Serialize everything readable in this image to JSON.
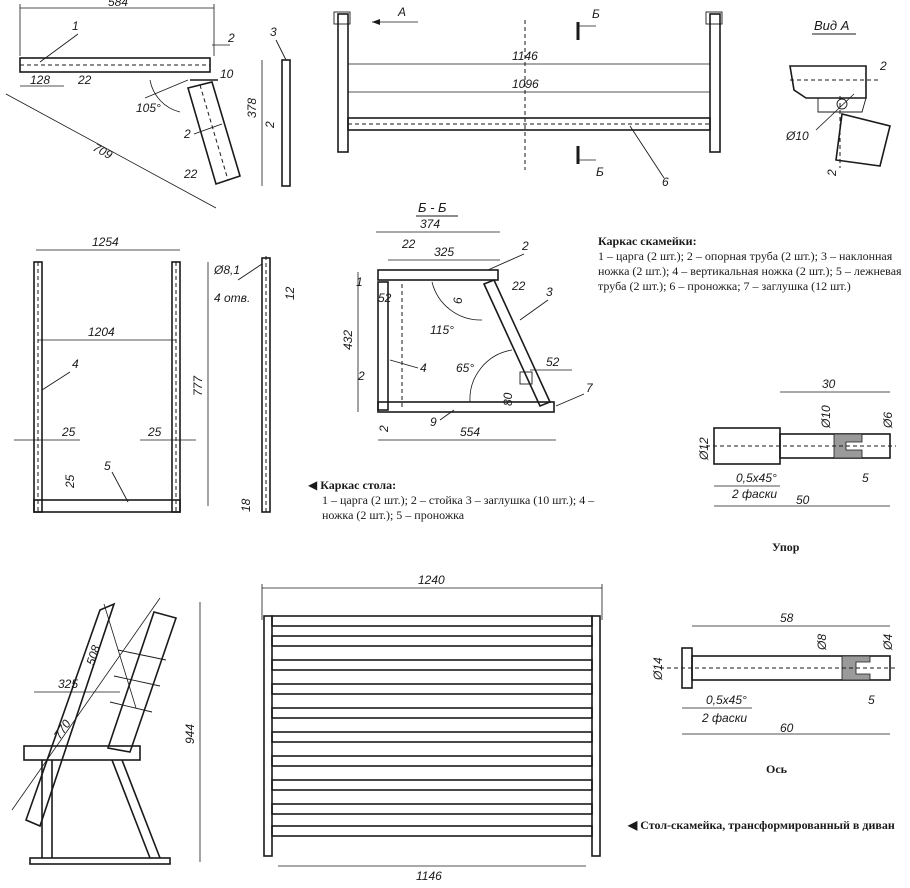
{
  "views": {
    "table_frame_top_dims": [
      "584",
      "128",
      "22",
      "2",
      "10",
      "105°",
      "709",
      "22",
      "378",
      "2"
    ],
    "table_frame_top_parts": [
      "1",
      "2",
      "3"
    ],
    "bench_top_dims": [
      "1146",
      "1096"
    ],
    "bench_top_parts": [
      "6"
    ],
    "view_a_label": "A",
    "section_mark": "Б",
    "view_a_title": "Вид А",
    "view_a_dims": [
      "2",
      "Ø10",
      "2"
    ],
    "table_legs_dims": [
      "1254",
      "1204",
      "777",
      "25",
      "25",
      "25",
      "Ø8,1",
      "4 отв.",
      "12",
      "18"
    ],
    "table_legs_parts": [
      "4",
      "5"
    ],
    "section_title": "Б - Б",
    "section_dims": [
      "374",
      "22",
      "325",
      "52",
      "6",
      "22",
      "432",
      "115°",
      "65°",
      "52",
      "2",
      "80",
      "2",
      "554"
    ],
    "section_parts": [
      "1",
      "2",
      "3",
      "4",
      "7",
      "9"
    ],
    "stop_dims": [
      "30",
      "Ø10",
      "Ø6",
      "Ø12",
      "0,5x45°",
      "2 фаски",
      "5",
      "50"
    ],
    "axis_dims": [
      "58",
      "Ø8",
      "Ø4",
      "Ø14",
      "0,5x45°",
      "2 фаски",
      "5",
      "60"
    ],
    "assembly_side_dims": [
      "325",
      "508",
      "770",
      "944"
    ],
    "assembly_front_dims": [
      "1240",
      "1146"
    ]
  },
  "captions": {
    "bench_frame_title": "Каркас скамейки:",
    "bench_frame_text": "1 – царга (2 шт.); 2 – опорная труба (2 шт.); 3 – наклонная ножка (2 шт.); 4 – вертикальная ножка (2 шт.); 5 – лежневая труба (2 шт.); 6 – проножка; 7 – заглушка (12 шт.)",
    "table_frame_title": "Каркас стола:",
    "table_frame_text": "1 – царга (2 шт.); 2 – стойка 3 – заглушка (10 шт.); 4 – ножка (2 шт.); 5 – проножка",
    "stop_title": "Упор",
    "axis_title": "Ось",
    "final_caption": "Стол-скамейка, трансформированный в диван"
  },
  "icons": {
    "pointer": "triangle-left-icon"
  }
}
